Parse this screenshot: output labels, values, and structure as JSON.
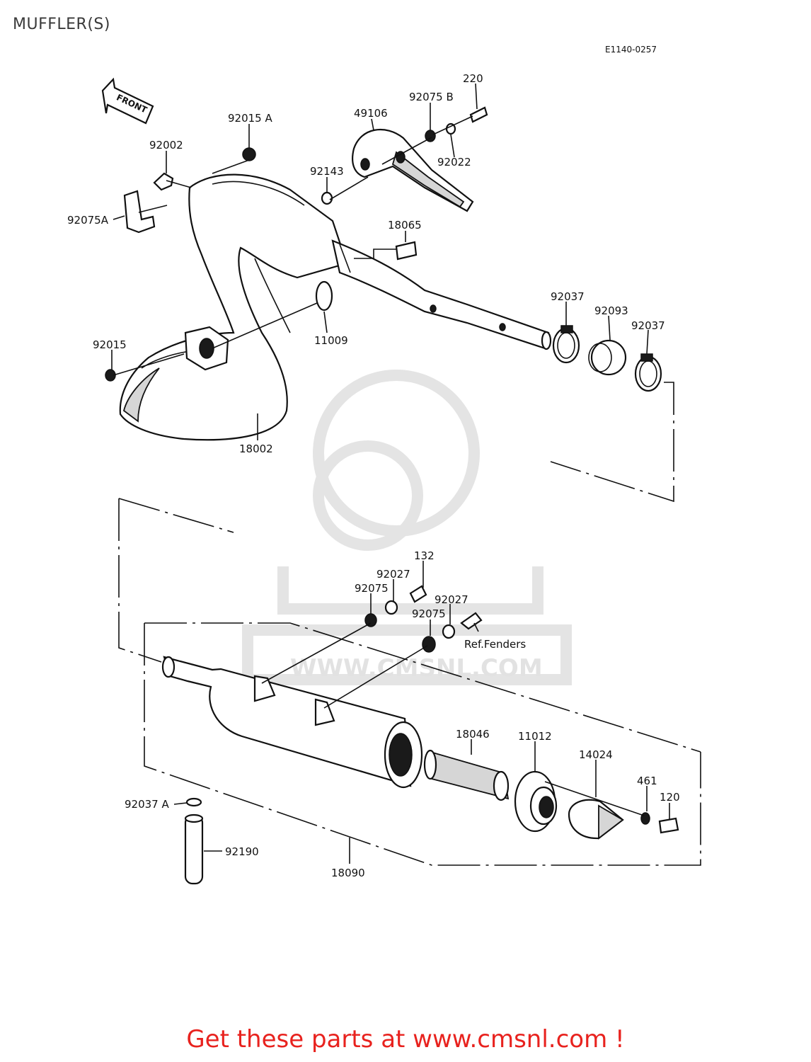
{
  "title": "MUFFLER(S)",
  "diagram_code": "E1140-0257",
  "front_arrow_label": "FRONT",
  "watermark": "WWW.CMSNL.COM",
  "footer": "Get these parts at www.cmsnl.com !",
  "parts": {
    "p220": "220",
    "p92075B": "92075 B",
    "p49106": "49106",
    "p92022": "92022",
    "p92015A": "92015 A",
    "p92002": "92002",
    "p92143": "92143",
    "p92075A": "92075A",
    "p18065": "18065",
    "p92037_upper": "92037",
    "p92093": "92093",
    "p92037_upper2": "92037",
    "p11009": "11009",
    "p92015": "92015",
    "p18002": "18002",
    "p132": "132",
    "p92027_a": "92027",
    "p92075_a": "92075",
    "p92027_b": "92027",
    "p92075_b": "92075",
    "ref_fenders": "Ref.Fenders",
    "p18046": "18046",
    "p11012": "11012",
    "p14024": "14024",
    "p461": "461",
    "p120": "120",
    "p92037A": "92037 A",
    "p92190": "92190",
    "p18090": "18090"
  },
  "colors": {
    "footer_text": "#e8221e",
    "lines": "#111111",
    "watermark": "#e4e4e4"
  }
}
